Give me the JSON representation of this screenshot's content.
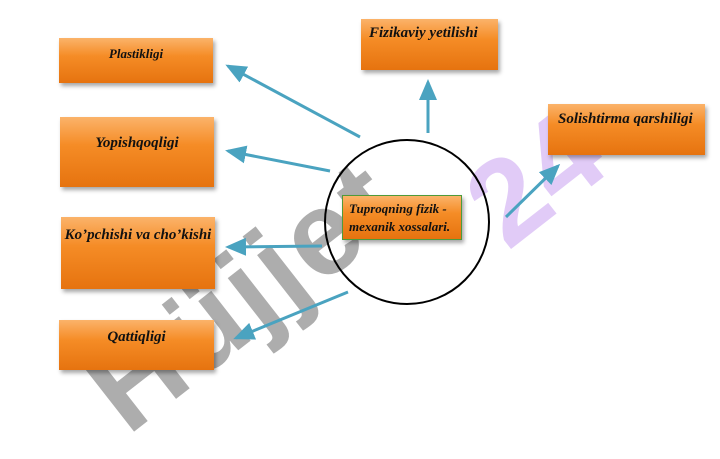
{
  "nodes": {
    "plastikligi": "Plastikligi",
    "yopishqoqligi": "Yopishqoqligi",
    "kopchishi": "Ko’pchishi va cho’kishi",
    "qattiqligi": "Qattiqligi",
    "fizikaviy": "Fizikaviy yetilishi",
    "solishtirma": "Solishtirma qarshiligi",
    "center": "Tuproqning fizik - mexanik xossalari."
  },
  "watermark": {
    "dark_text": "Hüjjet",
    "light_text": "24"
  },
  "colors": {
    "box": "#f58c26",
    "arrow": "#4aa3c0",
    "circle": "#000000",
    "center_border": "#4f9a3a"
  }
}
